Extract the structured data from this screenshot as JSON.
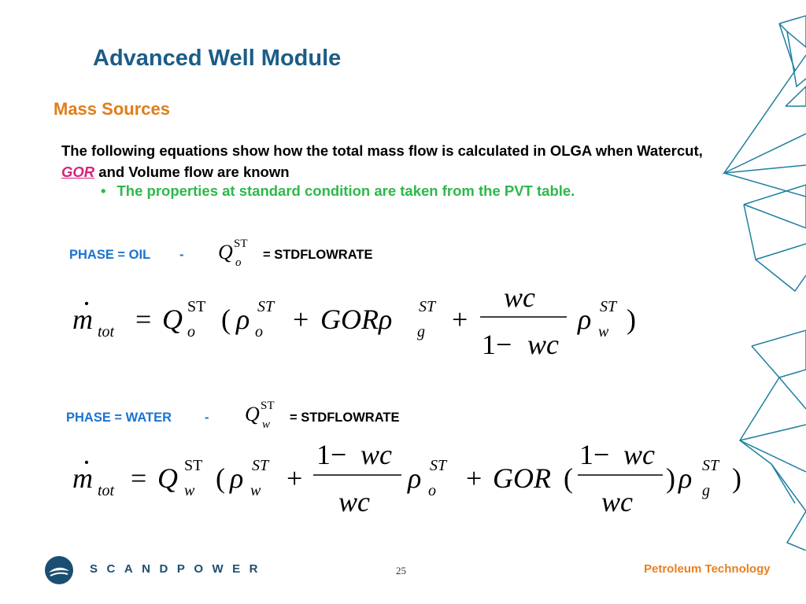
{
  "slide": {
    "title": "Advanced Well Module",
    "subtitle": "Mass Sources",
    "intro_part1": "The following equations show how the total mass flow is calculated in OLGA when Watercut,",
    "intro_gor": "GOR",
    "intro_part2": "and Volume flow are known",
    "bullet": "The properties at standard condition are taken from the PVT table.",
    "bullet_symbol": "•"
  },
  "oil": {
    "phase_label": "PHASE = OIL",
    "dash": "-",
    "q_symbol": "Q",
    "q_superscript": "ST",
    "q_subscript": "o",
    "assignment": "= STDFLOWRATE"
  },
  "water": {
    "phase_label": "PHASE = WATER",
    "dash": "-",
    "q_symbol": "Q",
    "q_superscript": "ST",
    "q_subscript": "w",
    "assignment": "= STDFLOWRATE"
  },
  "footer": {
    "brand": "SCANDPOWER",
    "page_number": "25",
    "division": "Petroleum Technology"
  },
  "colors": {
    "title": "#1b5d87",
    "subtitle": "#e07d1a",
    "bullet": "#2db84a",
    "phase_label": "#1a73d1",
    "gor_highlight": "#d4247c",
    "decoration": "#1e7fa0",
    "footer_right": "#e8811f"
  }
}
